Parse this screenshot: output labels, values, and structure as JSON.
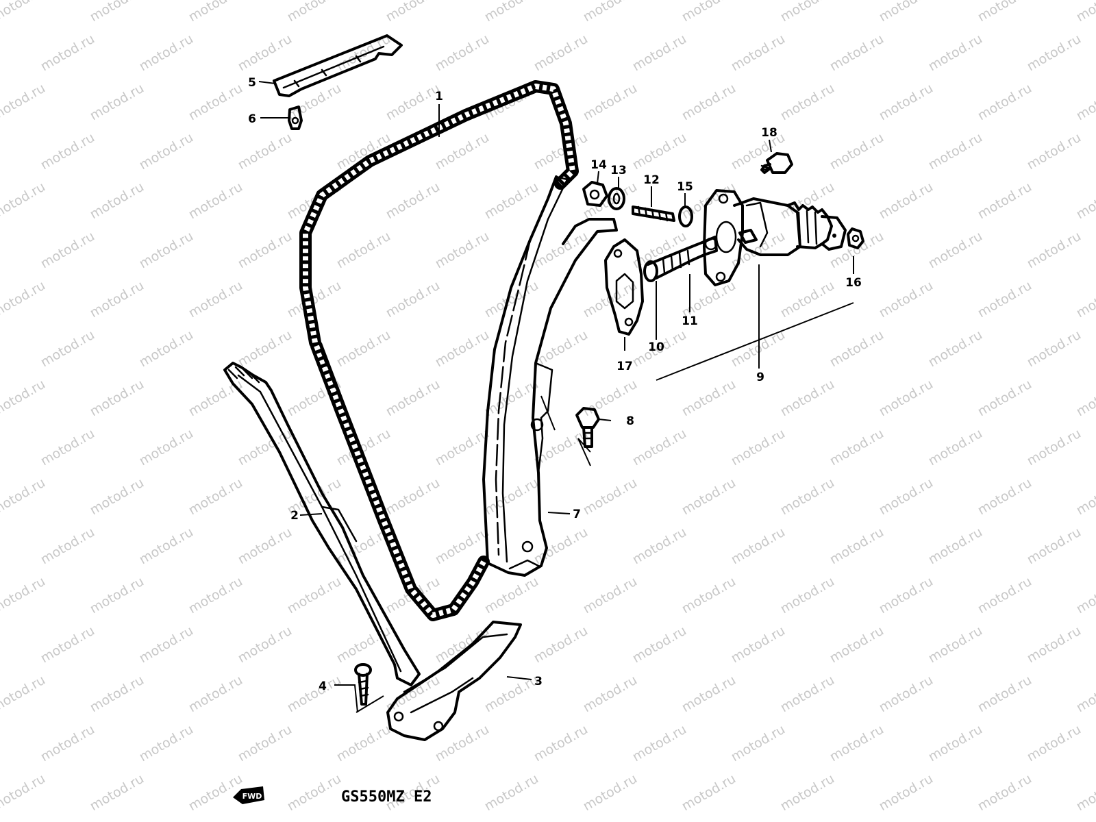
{
  "diagram": {
    "model_label": "GS550MZ  E2",
    "watermark_text": "motod.ru",
    "front_arrow_label": "FWD",
    "callouts": [
      {
        "id": "c1",
        "label": "1"
      },
      {
        "id": "c2",
        "label": "2"
      },
      {
        "id": "c3",
        "label": "3"
      },
      {
        "id": "c4",
        "label": "4"
      },
      {
        "id": "c5",
        "label": "5"
      },
      {
        "id": "c6",
        "label": "6"
      },
      {
        "id": "c7",
        "label": "7"
      },
      {
        "id": "c8",
        "label": "8"
      },
      {
        "id": "c9",
        "label": "9"
      },
      {
        "id": "c10",
        "label": "10"
      },
      {
        "id": "c11",
        "label": "11"
      },
      {
        "id": "c12",
        "label": "12"
      },
      {
        "id": "c13",
        "label": "13"
      },
      {
        "id": "c14",
        "label": "14"
      },
      {
        "id": "c15",
        "label": "15"
      },
      {
        "id": "c16",
        "label": "16"
      },
      {
        "id": "c17",
        "label": "17"
      },
      {
        "id": "c18",
        "label": "18"
      }
    ],
    "colors": {
      "ink": "#000000",
      "watermark": "#c8c8c8",
      "background": "#ffffff"
    }
  }
}
